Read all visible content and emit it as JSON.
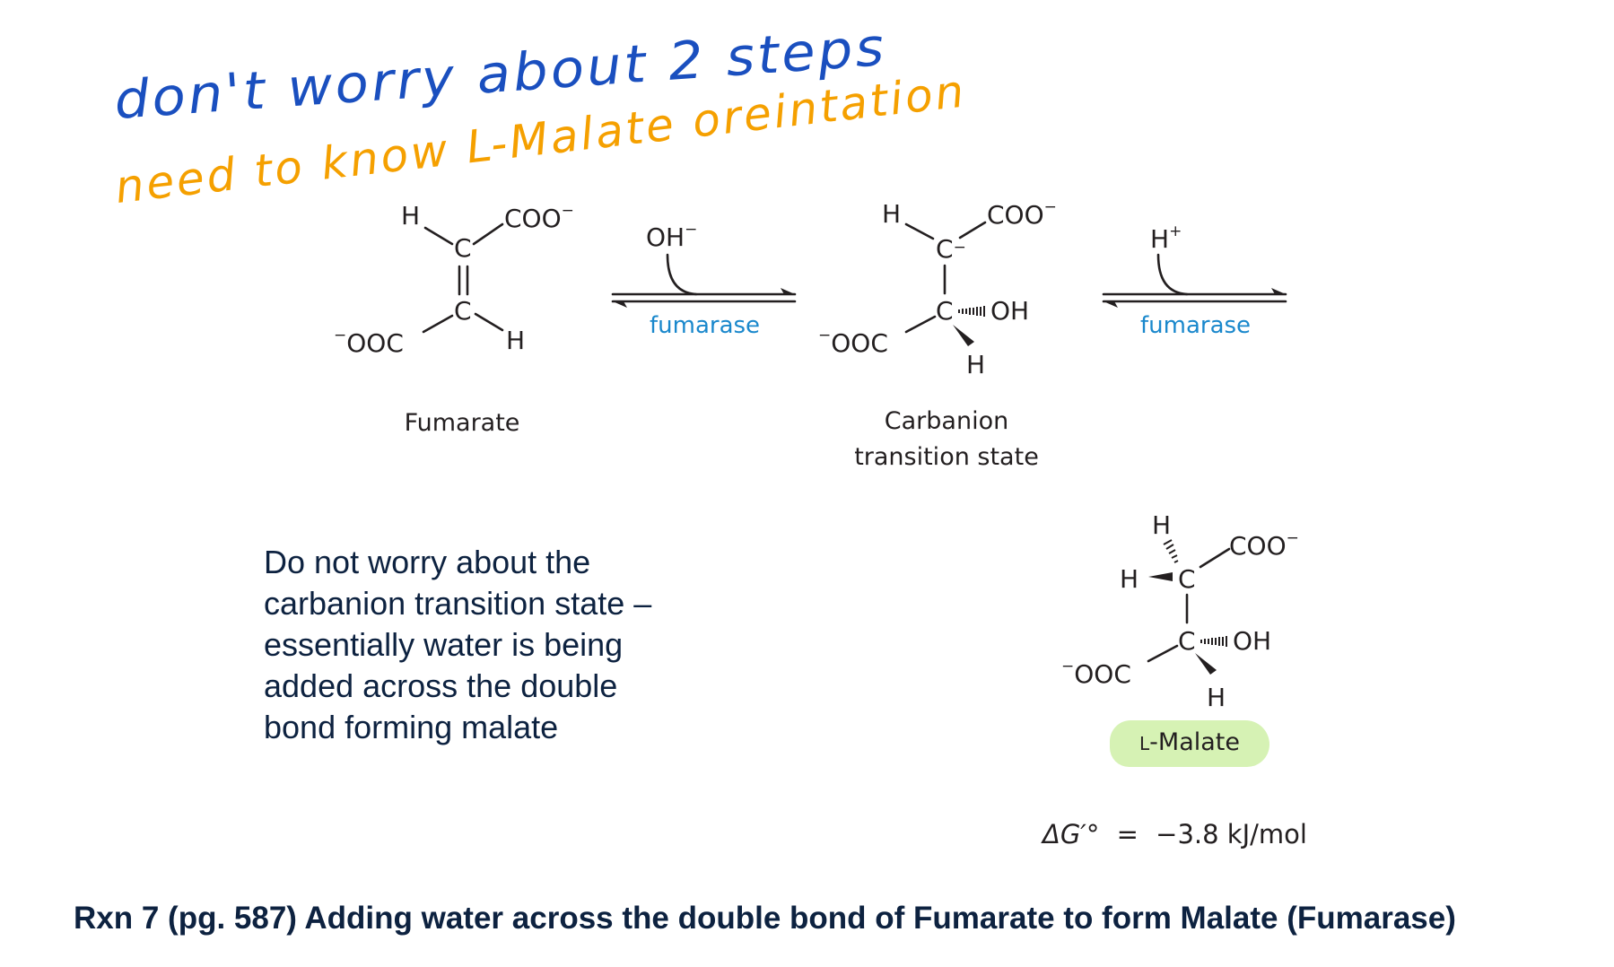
{
  "annotations": {
    "line1": "don't worry about 2 steps",
    "line2": "need to know L-Malate oreintation",
    "colors": {
      "blue": "#1a4fbf",
      "orange": "#f5a000"
    }
  },
  "reaction": {
    "fumarate": {
      "name": "Fumarate",
      "atoms": {
        "h_top": "H",
        "c_top": "C",
        "coo_top": "COO",
        "coo_top_charge": "−",
        "c_bottom": "C",
        "ooc_charge": "−",
        "ooc_bottom": "OOC",
        "h_bottom": "H"
      }
    },
    "arrow1": {
      "reagent": "OH",
      "reagent_charge": "−",
      "enzyme": "fumarase"
    },
    "intermediate": {
      "name_line1": "Carbanion",
      "name_line2": "transition state",
      "atoms": {
        "h_top": "H",
        "c_top": "C",
        "c_top_charge": "−",
        "coo_top": "COO",
        "coo_top_charge": "−",
        "c_bottom": "C",
        "oh": "OH",
        "ooc_charge": "−",
        "ooc_bottom": "OOC",
        "h_bottom": "H"
      }
    },
    "arrow2": {
      "reagent": "H",
      "reagent_charge": "+",
      "enzyme": "fumarase"
    },
    "product": {
      "name": "L-Malate",
      "name_prefix": "L",
      "name_rest": "-Malate",
      "highlight_color": "#d6f2b4",
      "atoms": {
        "h_top": "H",
        "h_left": "H",
        "c_top": "C",
        "coo_top": "COO",
        "coo_top_charge": "−",
        "c_bottom": "C",
        "oh": "OH",
        "ooc_charge": "−",
        "ooc_bottom": "OOC",
        "h_bottom": "H"
      }
    },
    "delta_g": {
      "symbol": "ΔG′°",
      "equals": "=",
      "value": "−3.8 kJ/mol"
    },
    "enzyme_color": "#1a88cc"
  },
  "note": {
    "lines": [
      "Do not worry about the",
      "carbanion transition state –",
      "essentially water is being",
      "added across the double",
      "bond forming malate"
    ]
  },
  "title": "Rxn 7 (pg. 587) Adding water across the double bond of Fumarate to form Malate (Fumarase)"
}
